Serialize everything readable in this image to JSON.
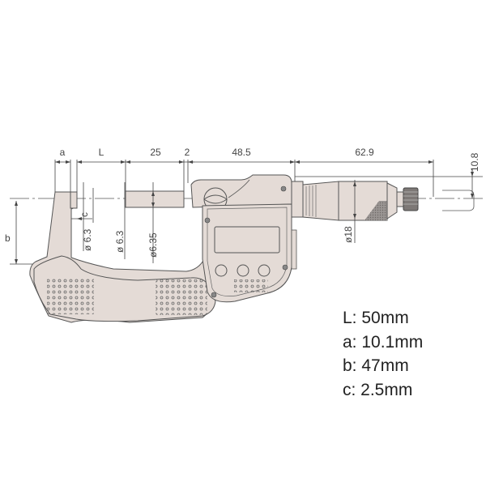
{
  "diagram": {
    "title": "Digital micrometer dimension drawing",
    "colors": {
      "body_fill": "#e4dbd6",
      "outline": "#555555",
      "dim_line": "#444444",
      "background": "#ffffff"
    },
    "top_dimensions": [
      {
        "id": "a",
        "label": "a"
      },
      {
        "id": "L",
        "label": "L"
      },
      {
        "id": "spindle_len",
        "label": "25"
      },
      {
        "id": "gap",
        "label": "2"
      },
      {
        "id": "body_len",
        "label": "48.5"
      },
      {
        "id": "thimble_len",
        "label": "62.9"
      }
    ],
    "side_dimensions": {
      "right_offset": "10.8",
      "frame_depth": "b",
      "anvil_offset": "c"
    },
    "diameter_labels": {
      "anvil": "ø 6.3",
      "anvil_face": "ø 6.3",
      "spindle": "ø6.35",
      "thimble": "ø18"
    },
    "specs": [
      {
        "key": "L",
        "text": "L: 50mm"
      },
      {
        "key": "a",
        "text": "a: 10.1mm"
      },
      {
        "key": "b",
        "text": "b: 47mm"
      },
      {
        "key": "c",
        "text": "c: 2.5mm"
      }
    ]
  }
}
